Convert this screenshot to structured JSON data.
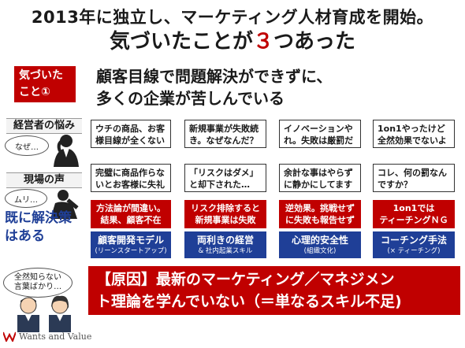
{
  "title": {
    "line1": "2013年に独立し、マーケティング人材育成を開始。",
    "line2_prefix": "気づいたことが",
    "line2_number": "３",
    "line2_suffix": "つあった"
  },
  "insight_label": {
    "line1": "気づいた",
    "line2": "こと①"
  },
  "headline": {
    "line1": "顧客目線で問題解決ができずに、",
    "line2": "多くの企業が苦しんでいる"
  },
  "row_labels": {
    "executive": "経営者の悩み",
    "field": "現場の声",
    "solved": "既に解決策\nはある"
  },
  "bubbles": {
    "executive": "なぜ…",
    "field": "ムリ…",
    "unknown": "全然知らない\n言葉ばかり…"
  },
  "columns": [
    {
      "exec": "ウチの商品、お客様目線が全くない",
      "field": "完璧に商品作らないとお客様に失礼",
      "cause": "方法論が間違い。\n結果、顧客不在",
      "solution": "顧客開発モデル",
      "solution_sub": "(リーンスタートアップ)"
    },
    {
      "exec": "新規事業が失敗続き。なぜなんだ？",
      "field": "「リスクはダメ」と却下された…",
      "cause": "リスク排除すると\n新規事業は失敗",
      "solution": "両利きの経営",
      "solution_sub": "& 社内起業スキル"
    },
    {
      "exec": "イノベーションやれ。失敗は厳罰だ",
      "field": "余計な事はやらずに静かにしてます",
      "cause": "逆効果。挑戦せず\nに失敗も報告せず",
      "solution": "心理的安全性",
      "solution_sub": "(組織文化)"
    },
    {
      "exec": "1on1やったけど全然効果でないよ",
      "field": "コレ、何の罰なんですか？",
      "cause": "1on1では\nティーチングＮＧ",
      "solution": "コーチング手法",
      "solution_sub": "(× ティーチング)"
    }
  ],
  "root_cause": {
    "line1": "【原因】最新のマーケティング／マネジメン",
    "line2": "ト理論を学んでいない（＝単なるスキル不足)"
  },
  "footer": {
    "brand": "Wants and Value"
  },
  "colors": {
    "accent_red": "#c00000",
    "navy": "#1f3f97"
  }
}
